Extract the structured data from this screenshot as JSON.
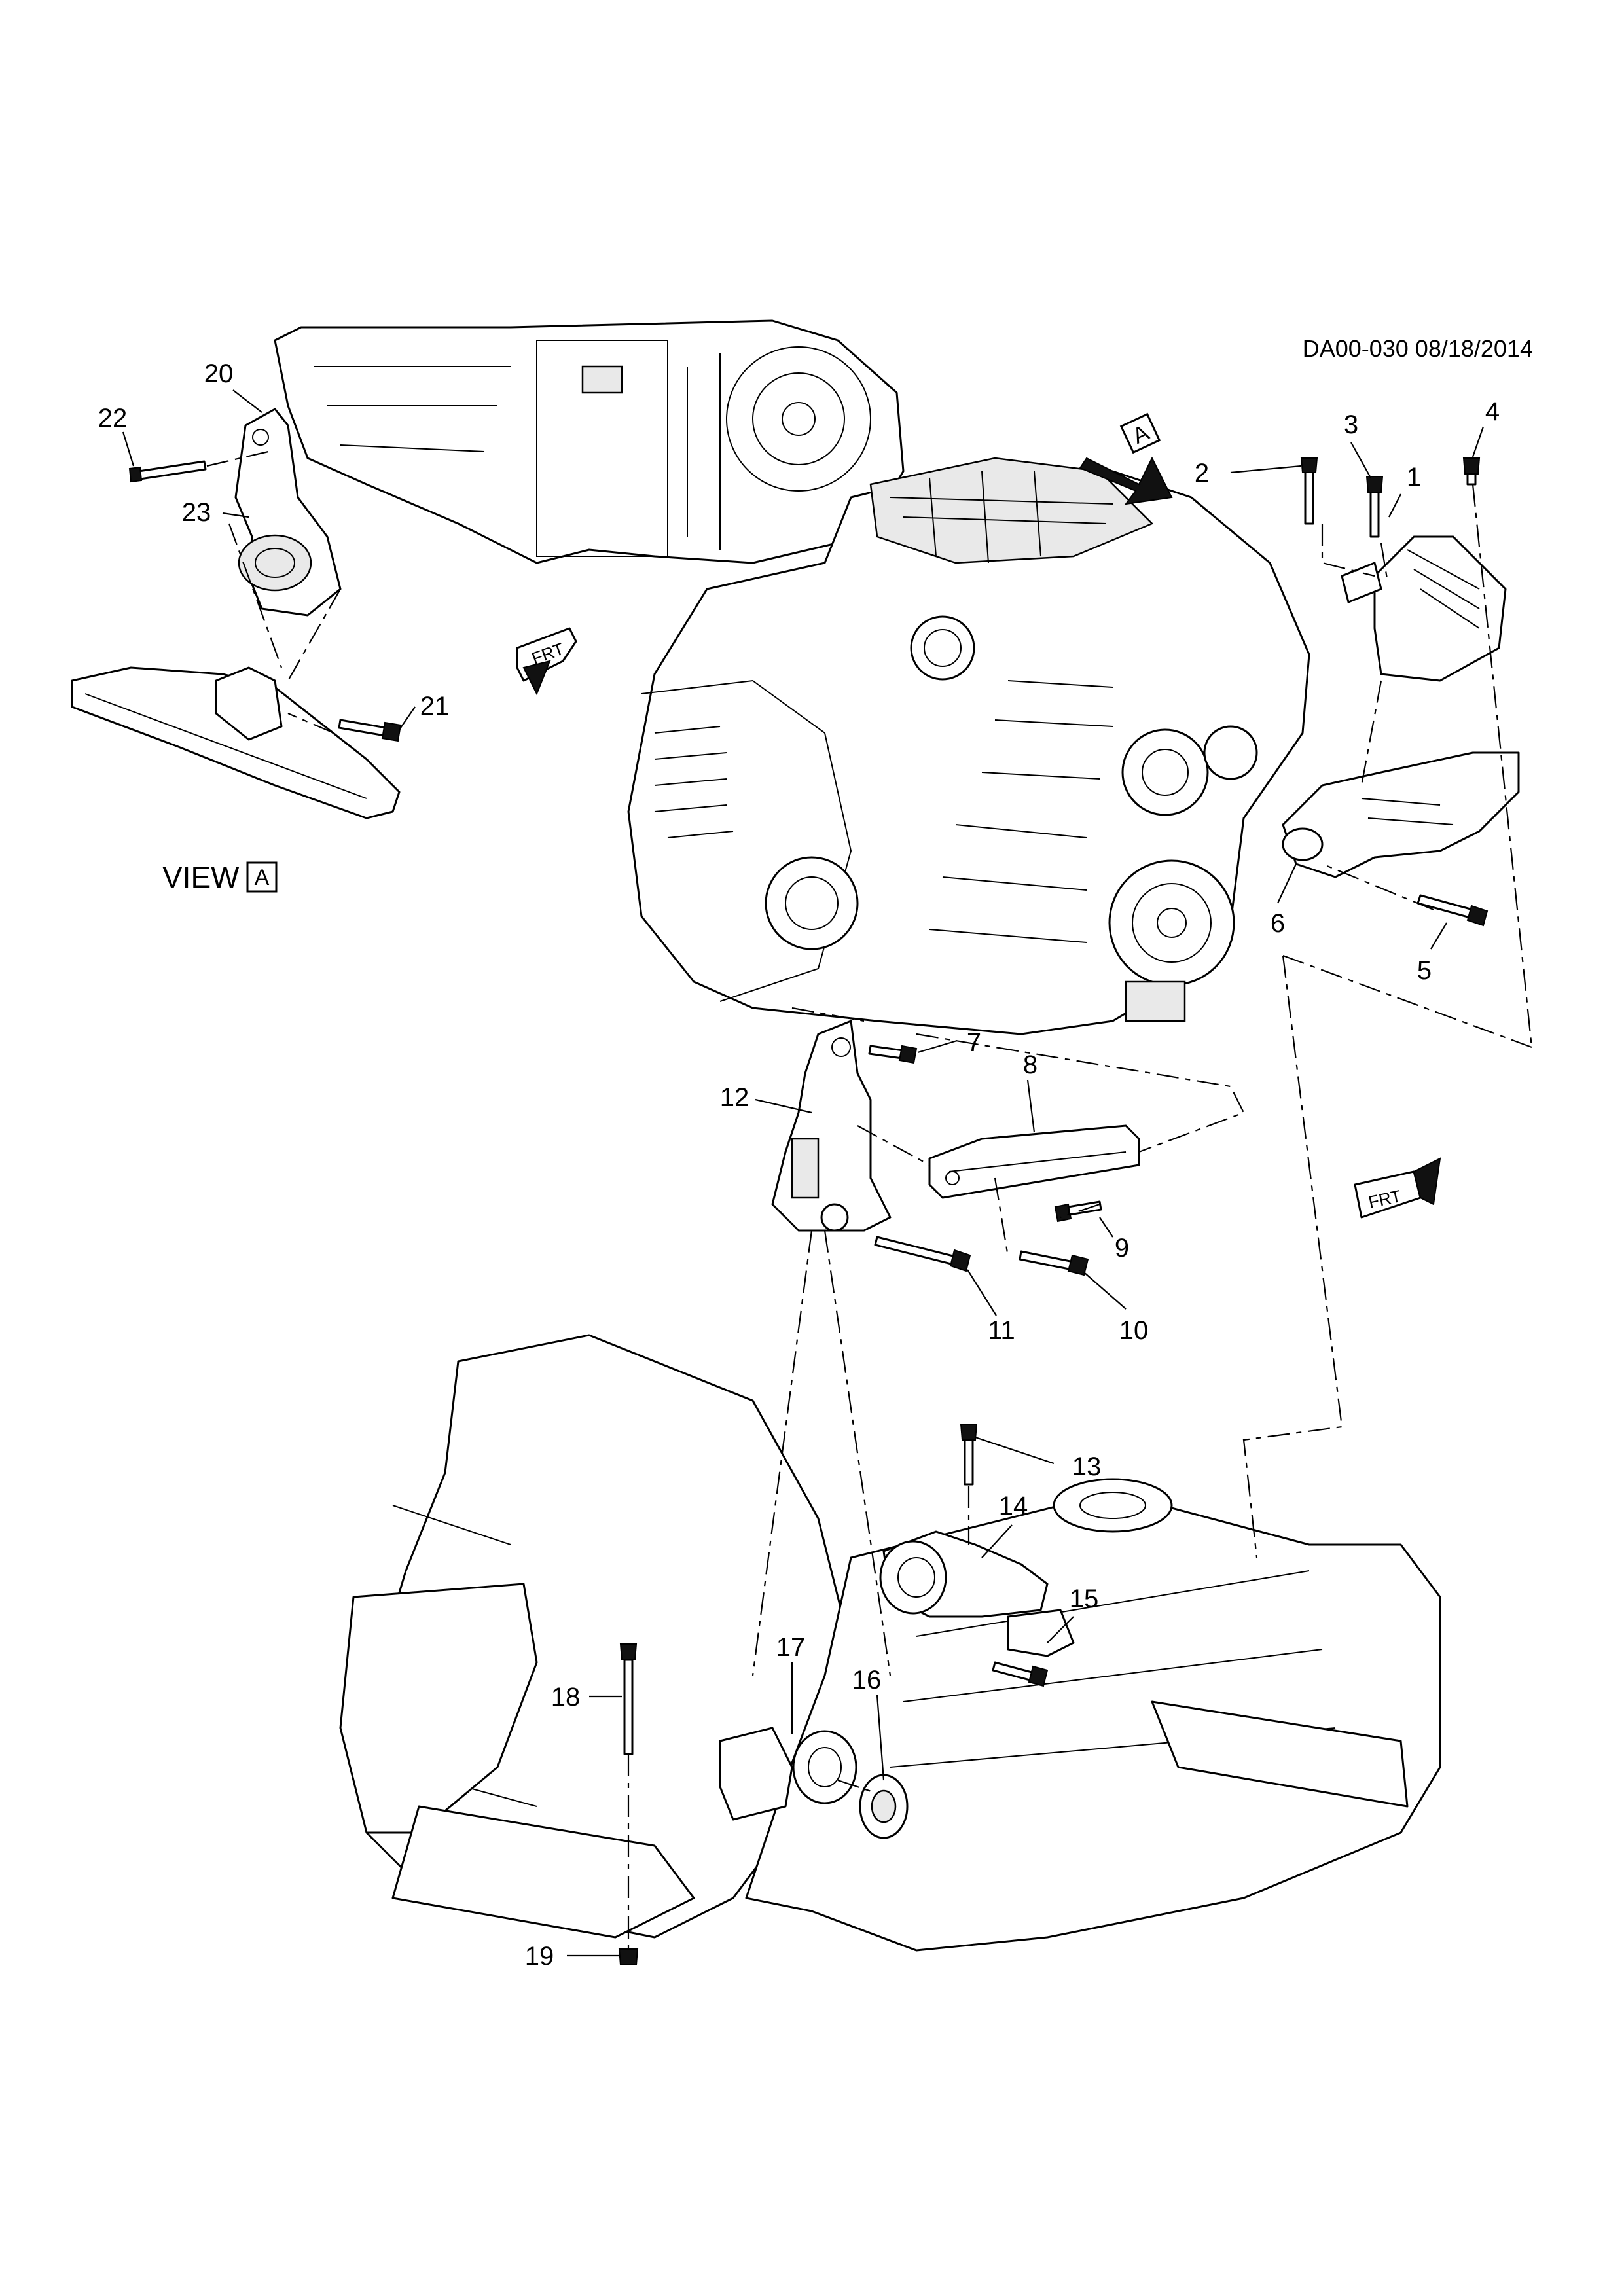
{
  "document": {
    "doc_id": "DA00-030 08/18/2014"
  },
  "view": {
    "label": "VIEW",
    "box_letter": "A"
  },
  "arrows": {
    "view_arrow_letter": "A",
    "frt_left": "FRT",
    "frt_right": "FRT"
  },
  "callouts": [
    {
      "id": "1",
      "label": "1"
    },
    {
      "id": "2",
      "label": "2"
    },
    {
      "id": "3",
      "label": "3"
    },
    {
      "id": "4",
      "label": "4"
    },
    {
      "id": "5",
      "label": "5"
    },
    {
      "id": "6",
      "label": "6"
    },
    {
      "id": "7",
      "label": "7"
    },
    {
      "id": "8",
      "label": "8"
    },
    {
      "id": "9",
      "label": "9"
    },
    {
      "id": "10",
      "label": "10"
    },
    {
      "id": "11",
      "label": "11"
    },
    {
      "id": "12",
      "label": "12"
    },
    {
      "id": "13",
      "label": "13"
    },
    {
      "id": "14",
      "label": "14"
    },
    {
      "id": "15",
      "label": "15"
    },
    {
      "id": "16",
      "label": "16"
    },
    {
      "id": "17",
      "label": "17"
    },
    {
      "id": "18",
      "label": "18"
    },
    {
      "id": "19",
      "label": "19"
    },
    {
      "id": "20",
      "label": "20"
    },
    {
      "id": "21",
      "label": "21"
    },
    {
      "id": "22",
      "label": "22"
    },
    {
      "id": "23",
      "label": "23"
    }
  ]
}
